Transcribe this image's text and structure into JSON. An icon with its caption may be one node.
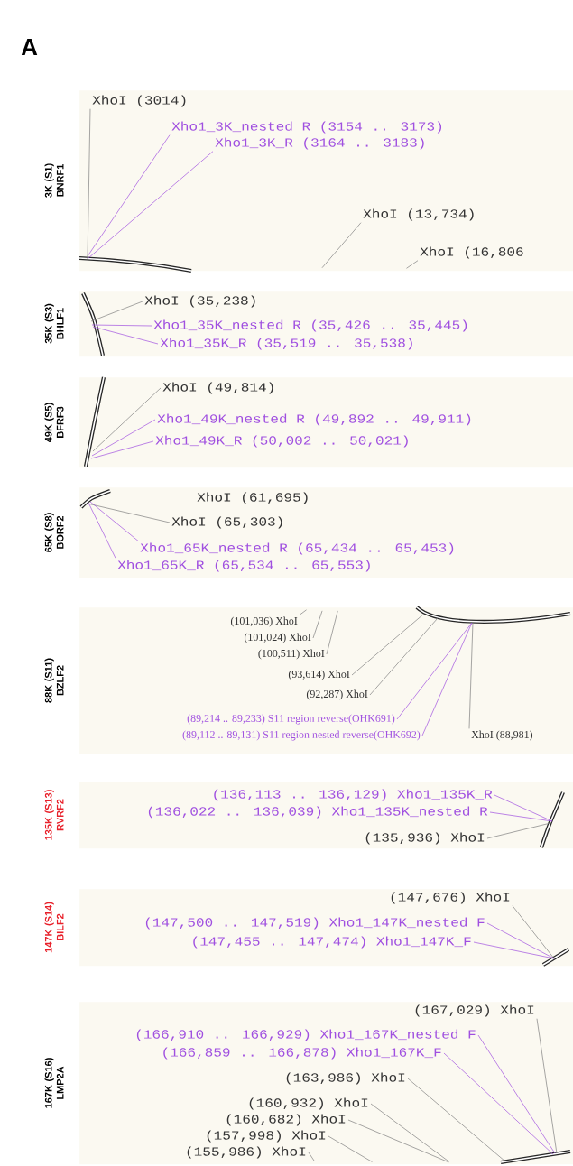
{
  "diagram": {
    "nodes": [
      {
        "text": [],
        "shape": "box",
        "beside": [
          "3K (S1) BNRF1"
        ]
      },
      {
        "text": [
          "XhoI (3014)"
        ],
        "in": 0
      },
      {
        "text": [
          "Xho1_3K_nested R (3154 .. 3173)"
        ],
        "in": 0
      },
      {
        "text": [
          "Xho1_3K_R (3164 .. 3183)"
        ],
        "in": 0
      },
      {
        "text": [
          "XhoI (13,734)"
        ],
        "in": 0
      },
      {
        "text": [
          "XhoI (16,806"
        ],
        "in": 0
      },
      {
        "text": [],
        "shape": "box",
        "beside": [
          "35K (S3) BHLF1"
        ]
      },
      {
        "text": [
          "XhoI (35,238)"
        ],
        "in": 6
      },
      {
        "text": [
          "Xho1_35K_nested R (35,426 .. 35,445)"
        ],
        "in": 6
      },
      {
        "text": [
          "Xho1_35K_R (35,519 .. 35,538)"
        ],
        "in": 6
      },
      {
        "text": [],
        "shape": "box",
        "beside": [
          "49K (S5) BFRF3"
        ]
      },
      {
        "text": [
          "XhoI (49,814)"
        ],
        "in": 10
      },
      {
        "text": [
          "Xho1_49K_nested R (49,892 .. 49,911)"
        ],
        "in": 10
      },
      {
        "text": [
          "Xho1_49K_R (50,002 .. 50,021)"
        ],
        "in": 10
      },
      {
        "text": [],
        "shape": "box",
        "beside": [
          "65K (S8) BORF2"
        ]
      },
      {
        "text": [
          "XhoI (61,695)"
        ],
        "in": 14
      },
      {
        "text": [
          "XhoI (65,303)"
        ],
        "in": 14
      },
      {
        "text": [
          "Xho1_65K_nested R (65,434 .. 65,453)"
        ],
        "in": 14
      },
      {
        "text": [
          "Xho1_65K_R (65,534 .. 65,553)"
        ],
        "in": 14
      },
      {
        "text": [],
        "shape": "box",
        "beside": [
          "88K (S11) BZLF2"
        ]
      },
      {
        "text": [
          "(101,036) XhoI"
        ],
        "in": 19
      },
      {
        "text": [
          "(101,024) XhoI"
        ],
        "in": 19
      },
      {
        "text": [
          "(100,511) XhoI"
        ],
        "in": 19
      },
      {
        "text": [
          "(93,614) XhoI"
        ],
        "in": 19
      },
      {
        "text": [
          "(92,287) XhoI"
        ],
        "in": 19
      },
      {
        "text": [
          "(89,214 .. 89,233) S11 region reverse(OHK691)"
        ],
        "in": 19
      },
      {
        "text": [
          "(89,112 .. 89,131) S11 region nested reverse(OHK692)"
        ],
        "in": 19
      },
      {
        "text": [
          "XhoI (88,981)"
        ],
        "in": 19
      },
      {
        "text": [],
        "shape": "box",
        "beside": [
          "135K (S13) RVRF2"
        ]
      },
      {
        "text": [
          "(136,113 .. 136,129) Xho1_135K_R"
        ],
        "in": 28
      },
      {
        "text": [
          "(136,022 .. 136,039) Xho1_135K_nested R"
        ],
        "in": 28
      },
      {
        "text": [
          "(135,936) XhoI"
        ],
        "in": 28
      },
      {
        "text": [],
        "shape": "box",
        "beside": [
          "147K (S14) BILF2"
        ]
      },
      {
        "text": [
          "(147,676) XhoI"
        ],
        "in": 32
      },
      {
        "text": [
          "(147,500 .. 147,519) Xho1_147K_nested F"
        ],
        "in": 32
      },
      {
        "text": [
          "(147,455 .. 147,474) Xho1_147K_F"
        ],
        "in": 32
      },
      {
        "text": [],
        "shape": "box",
        "beside": [
          "167K (S16) LMP2A"
        ]
      },
      {
        "text": [
          "(167,029) XhoI"
        ],
        "in": 36
      },
      {
        "text": [
          "(166,910 .. 166,929) Xho1_167K_nested F"
        ],
        "in": 36
      },
      {
        "text": [
          "(166,859 .. 166,878) Xho1_167K_F"
        ],
        "in": 36
      },
      {
        "text": [
          "(163,986) XhoI"
        ],
        "in": 36
      },
      {
        "text": [
          "(160,932) XhoI"
        ],
        "in": 36
      },
      {
        "text": [
          "(160,682) XhoI"
        ],
        "in": 36
      },
      {
        "text": [
          "(157,998) XhoI"
        ],
        "in": 36
      },
      {
        "text": [
          "(155,986) XhoI"
        ],
        "in": 36
      },
      {
        "text": [],
        "shape": "bar",
        "in": 0
      },
      {
        "text": [],
        "shape": "bar",
        "in": 6
      },
      {
        "text": [],
        "shape": "bar",
        "in": 10
      },
      {
        "text": [],
        "shape": "bar",
        "in": 14
      },
      {
        "text": [],
        "shape": "bar",
        "in": 19
      },
      {
        "text": [],
        "shape": "bar",
        "in": 28
      },
      {
        "text": [],
        "shape": "bar",
        "in": 32
      },
      {
        "text": [],
        "shape": "bar",
        "in": 36
      }
    ],
    "edges": [
      {
        "from": 1,
        "to": 45,
        "arrow": "none"
      },
      {
        "from": 2,
        "to": 45,
        "arrow": "none",
        "color": "#a050e0"
      },
      {
        "from": 3,
        "to": 45,
        "arrow": "none",
        "color": "#a050e0"
      },
      {
        "from": 4,
        "to": null,
        "arrow": "none"
      },
      {
        "from": 5,
        "to": null,
        "arrow": "none"
      },
      {
        "from": 7,
        "to": 46,
        "arrow": "none"
      },
      {
        "from": 8,
        "to": 46,
        "arrow": "none",
        "color": "#a050e0"
      },
      {
        "from": 9,
        "to": 46,
        "arrow": "none",
        "color": "#a050e0"
      },
      {
        "from": 11,
        "to": 47,
        "arrow": "none"
      },
      {
        "from": 12,
        "to": 47,
        "arrow": "none",
        "color": "#a050e0"
      },
      {
        "from": 13,
        "to": 47,
        "arrow": "none",
        "color": "#a050e0"
      },
      {
        "from": 16,
        "to": 48,
        "arrow": "none"
      },
      {
        "from": 17,
        "to": 48,
        "arrow": "none",
        "color": "#a050e0"
      },
      {
        "from": 18,
        "to": 48,
        "arrow": "none",
        "color": "#a050e0"
      },
      {
        "from": 20,
        "to": null,
        "arrow": "none"
      },
      {
        "from": 21,
        "to": null,
        "arrow": "none"
      },
      {
        "from": 22,
        "to": null,
        "arrow": "none"
      },
      {
        "from": 23,
        "to": 49,
        "arrow": "none"
      },
      {
        "from": 24,
        "to": 49,
        "arrow": "none"
      },
      {
        "from": 25,
        "to": 49,
        "arrow": "none",
        "color": "#a050e0"
      },
      {
        "from": 26,
        "to": 49,
        "arrow": "none",
        "color": "#a050e0"
      },
      {
        "from": 27,
        "to": 49,
        "arrow": "none"
      },
      {
        "from": 29,
        "to": 50,
        "arrow": "none",
        "color": "#a050e0"
      },
      {
        "from": 30,
        "to": 50,
        "arrow": "none",
        "color": "#a050e0"
      },
      {
        "from": 31,
        "to": 50,
        "arrow": "none"
      },
      {
        "from": 33,
        "to": 51,
        "arrow": "none"
      },
      {
        "from": 34,
        "to": 51,
        "arrow": "none",
        "color": "#a050e0"
      },
      {
        "from": 35,
        "to": 51,
        "arrow": "none",
        "color": "#a050e0"
      },
      {
        "from": 37,
        "to": 52,
        "arrow": "none"
      },
      {
        "from": 38,
        "to": 52,
        "arrow": "none",
        "color": "#a050e0"
      },
      {
        "from": 39,
        "to": 52,
        "arrow": "none",
        "color": "#a050e0"
      },
      {
        "from": 40,
        "to": 52,
        "arrow": "none"
      },
      {
        "from": 41,
        "to": null,
        "arrow": "none"
      },
      {
        "from": 42,
        "to": null,
        "arrow": "none"
      },
      {
        "from": 43,
        "to": null,
        "arrow": "none"
      },
      {
        "from": 44,
        "to": null,
        "arrow": "none"
      }
    ],
    "labels": [
      "A"
    ]
  }
}
